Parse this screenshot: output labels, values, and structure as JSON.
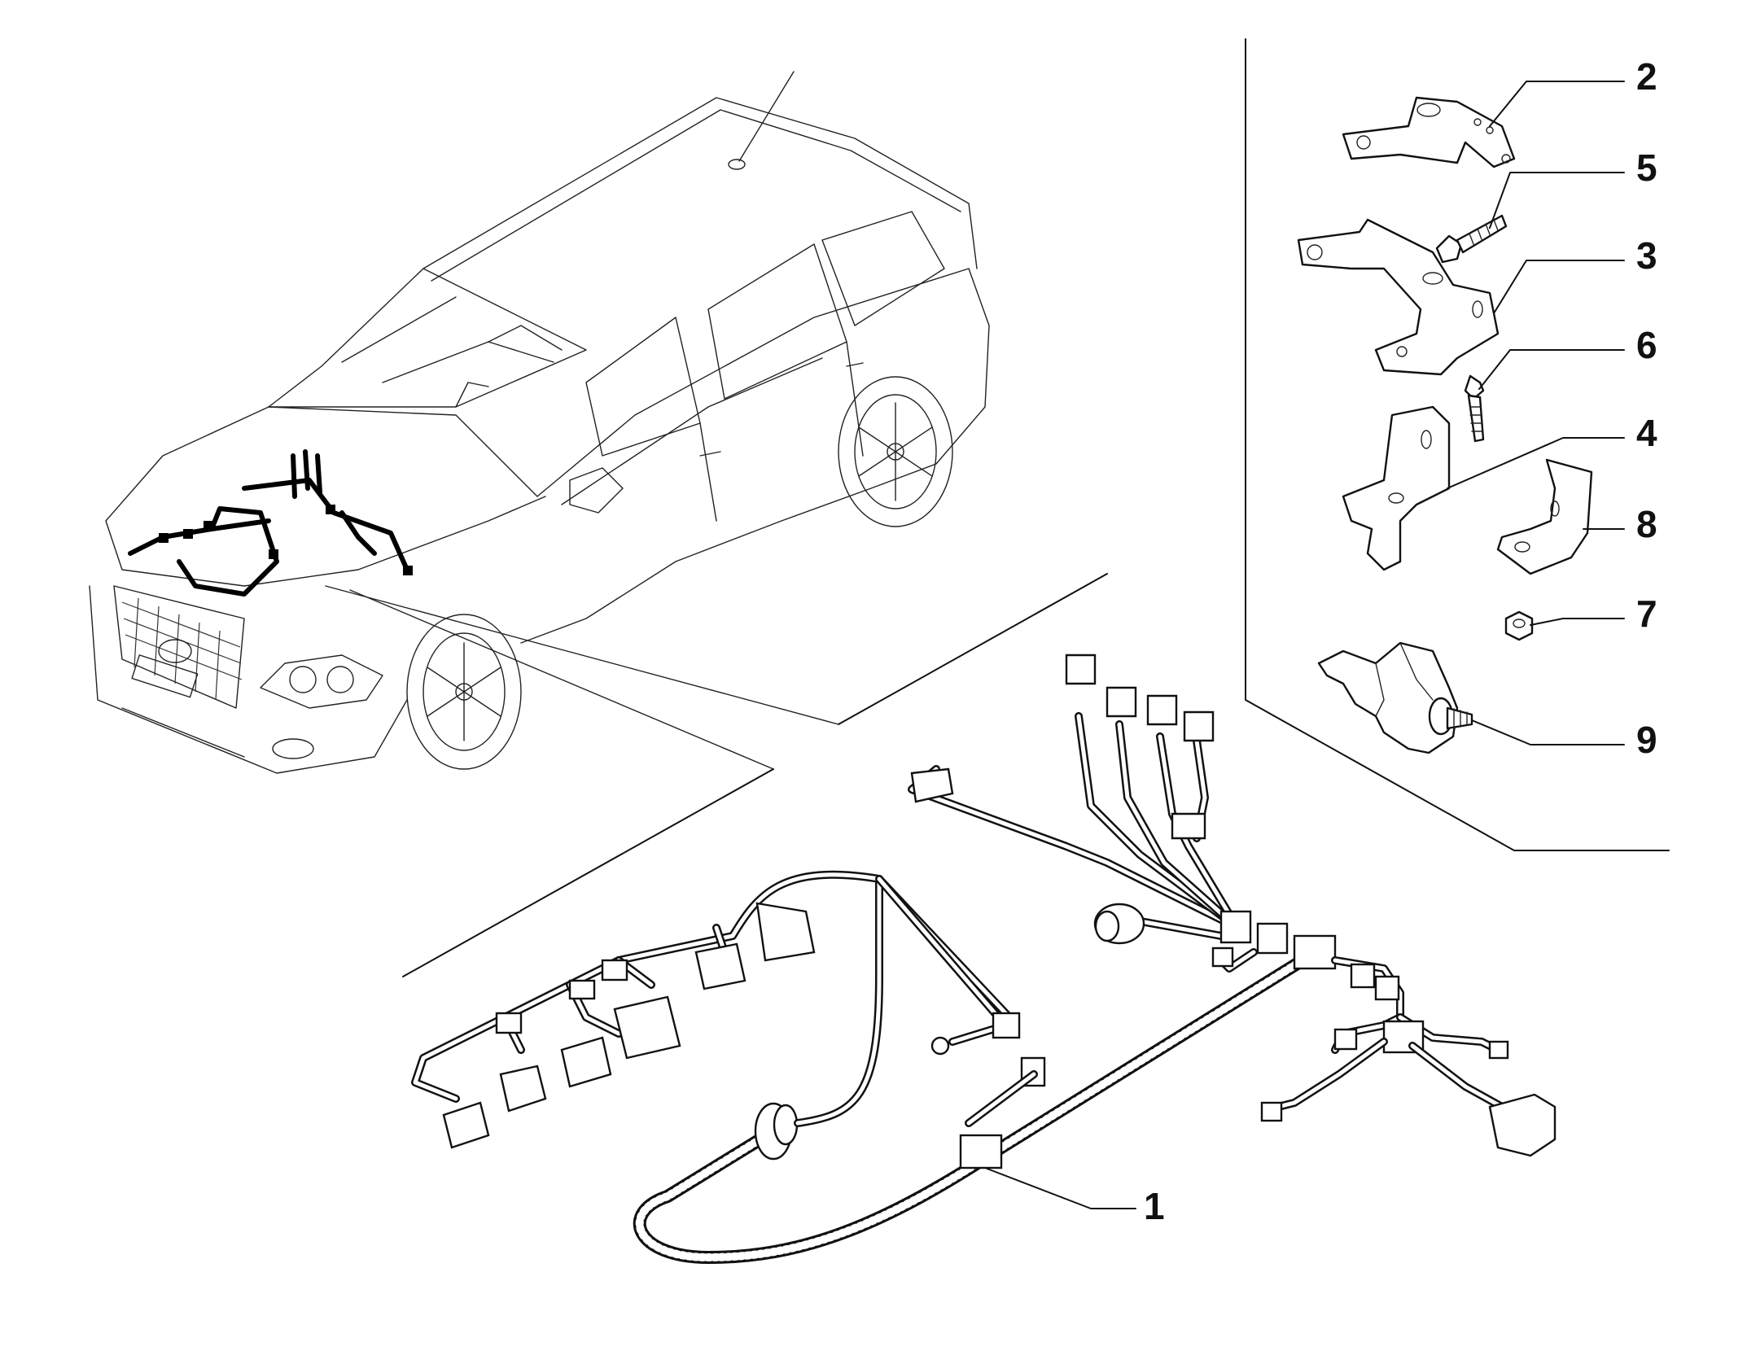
{
  "callouts": [
    {
      "id": "1",
      "label": "1"
    },
    {
      "id": "2",
      "label": "2"
    },
    {
      "id": "3",
      "label": "3"
    },
    {
      "id": "4",
      "label": "4"
    },
    {
      "id": "5",
      "label": "5"
    },
    {
      "id": "6",
      "label": "6"
    },
    {
      "id": "7",
      "label": "7"
    },
    {
      "id": "8",
      "label": "8"
    },
    {
      "id": "9",
      "label": "9"
    }
  ],
  "components": {
    "vehicle": "car-illustration",
    "harness": "engine-wiring-harness",
    "brackets": [
      "bracket-2",
      "bracket-3",
      "bracket-4",
      "bracket-8"
    ],
    "fasteners": [
      "bolt-5",
      "bolt-6",
      "nut-7"
    ],
    "sensor": "switch-9"
  }
}
